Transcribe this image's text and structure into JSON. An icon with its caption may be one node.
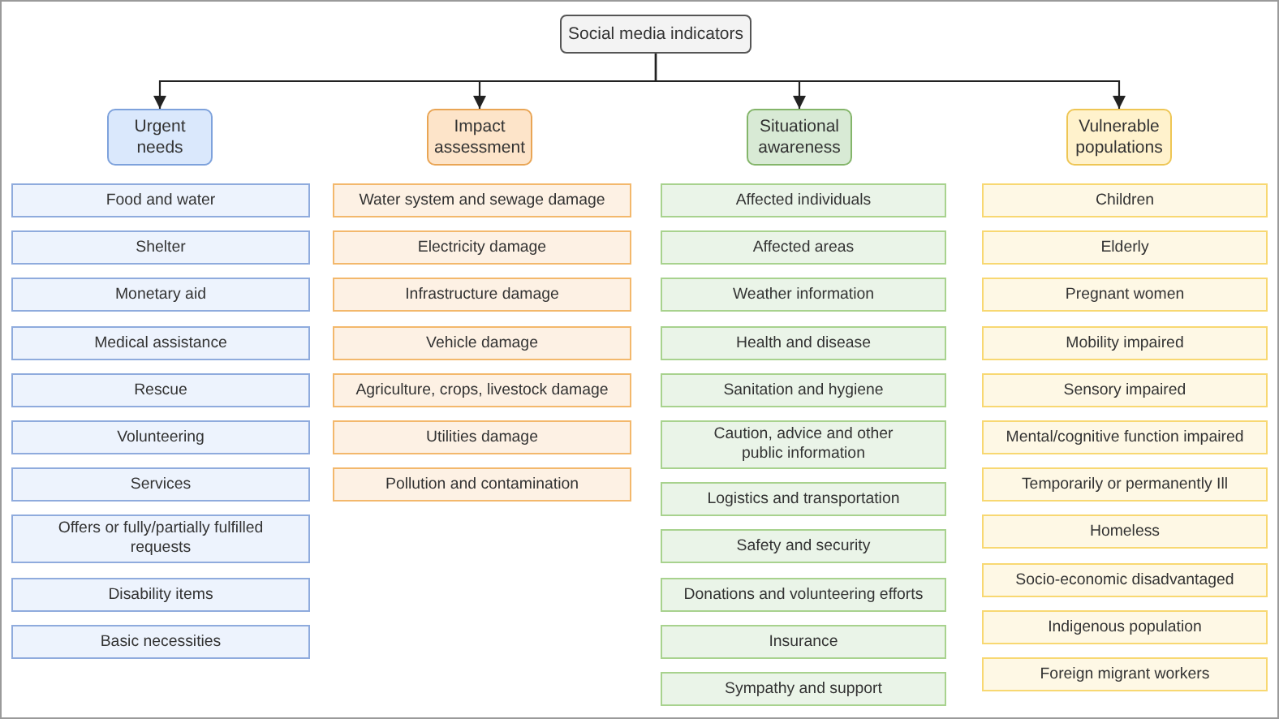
{
  "diagram": {
    "nodes": [
      {
        "text": [
          "Social media indicators"
        ]
      },
      {
        "text": [
          "Urgent needs"
        ]
      },
      {
        "text": [
          "Impact assessment"
        ]
      },
      {
        "text": [
          "Situational awareness"
        ]
      },
      {
        "text": [
          "Vulnerable populations"
        ]
      },
      {
        "text": [
          "Food and water"
        ]
      },
      {
        "text": [
          "Shelter"
        ]
      },
      {
        "text": [
          "Monetary aid"
        ]
      },
      {
        "text": [
          "Medical assistance"
        ]
      },
      {
        "text": [
          "Rescue"
        ]
      },
      {
        "text": [
          "Volunteering"
        ]
      },
      {
        "text": [
          "Services"
        ]
      },
      {
        "text": [
          "Offers or fully/partially fulfilled requests"
        ]
      },
      {
        "text": [
          "Disability items"
        ]
      },
      {
        "text": [
          "Basic necessities"
        ]
      },
      {
        "text": [
          "Water system and sewage damage"
        ]
      },
      {
        "text": [
          "Electricity damage"
        ]
      },
      {
        "text": [
          "Infrastructure damage"
        ]
      },
      {
        "text": [
          "Vehicle damage"
        ]
      },
      {
        "text": [
          "Agriculture, crops, livestock damage"
        ]
      },
      {
        "text": [
          "Utilities damage"
        ]
      },
      {
        "text": [
          "Pollution and contamination"
        ]
      },
      {
        "text": [
          "Affected individuals"
        ]
      },
      {
        "text": [
          "Affected areas"
        ]
      },
      {
        "text": [
          "Weather information"
        ]
      },
      {
        "text": [
          "Health and disease"
        ]
      },
      {
        "text": [
          "Sanitation and hygiene"
        ]
      },
      {
        "text": [
          "Caution, advice and other public information"
        ]
      },
      {
        "text": [
          "Logistics and transportation"
        ]
      },
      {
        "text": [
          "Safety and security"
        ]
      },
      {
        "text": [
          "Donations and volunteering efforts"
        ]
      },
      {
        "text": [
          "Insurance"
        ]
      },
      {
        "text": [
          "Sympathy and support"
        ]
      },
      {
        "text": [
          "Children"
        ]
      },
      {
        "text": [
          "Elderly"
        ]
      },
      {
        "text": [
          "Pregnant women"
        ]
      },
      {
        "text": [
          "Mobility impaired"
        ]
      },
      {
        "text": [
          "Sensory impaired"
        ]
      },
      {
        "text": [
          "Mental/cognitive function impaired"
        ]
      },
      {
        "text": [
          "Temporarily or permanently Ill"
        ]
      },
      {
        "text": [
          "Homeless"
        ]
      },
      {
        "text": [
          "Socio-economic disadvantaged"
        ]
      },
      {
        "text": [
          "Indigenous population"
        ]
      },
      {
        "text": [
          "Foreign migrant workers"
        ]
      }
    ],
    "edges": [
      {
        "from": 0,
        "to": 1,
        "arrow": "to"
      },
      {
        "from": 0,
        "to": 2,
        "arrow": "to"
      },
      {
        "from": 0,
        "to": 3,
        "arrow": "to"
      },
      {
        "from": 0,
        "to": 4,
        "arrow": "to"
      }
    ]
  }
}
